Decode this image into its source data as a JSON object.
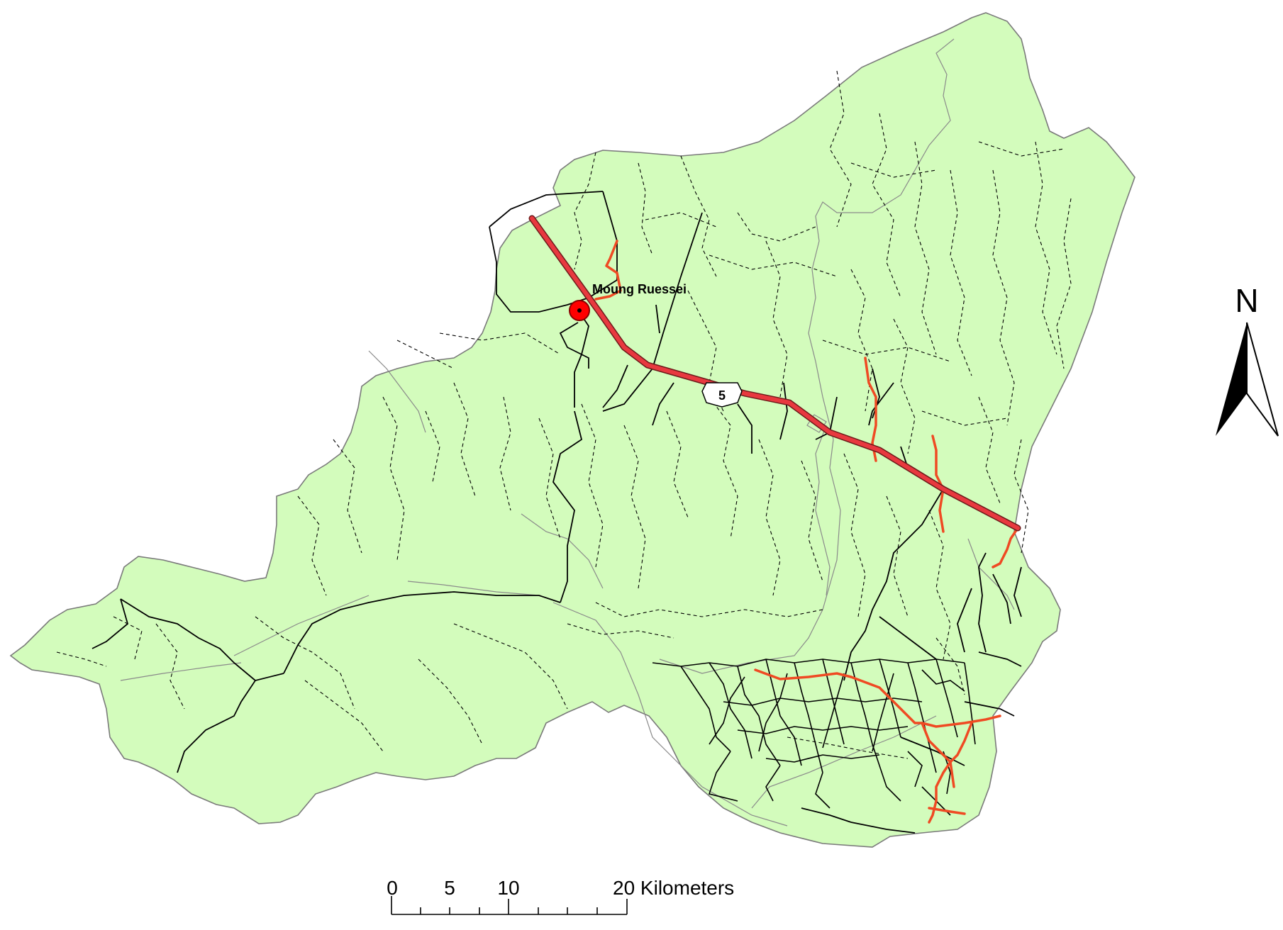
{
  "map": {
    "town_label": "Moung Ruessei",
    "highway_shield": "5",
    "north_label": "N",
    "scale_labels": [
      "0",
      "5",
      "10",
      "20 Kilometers"
    ],
    "colors": {
      "land": "#d3fcbc",
      "boundary": "#7a7a7a",
      "national_road": "#e8393f",
      "provincial_road": "#ef4a23",
      "local_road": "#000000",
      "track": "#000000",
      "town_marker": "#ff0000"
    }
  }
}
